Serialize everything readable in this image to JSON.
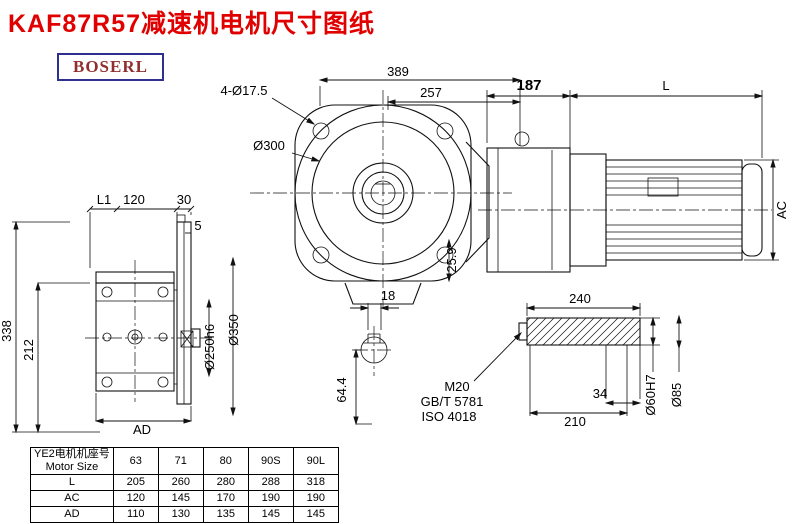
{
  "page": {
    "title": "KAF87R57减速机电机尺寸图纸",
    "logo": "BOSERL"
  },
  "front_view": {
    "dim_overall_width": "389",
    "dim_257": "257",
    "bolt_holes": "4-Ø17.5",
    "dia_300": "Ø300",
    "dim_25_9": "25.9",
    "dim_18": "18",
    "dim_64_4": "64.4"
  },
  "side_view": {
    "dim_187": "187",
    "dim_L": "L",
    "dim_AC": "AC"
  },
  "left_view": {
    "dim_L1": "L1",
    "dim_120": "120",
    "dim_30": "30",
    "dim_5": "5",
    "dim_338": "338",
    "dim_212": "212",
    "dim_AD": "AD",
    "dia_250": "Ø250h6",
    "dia_350": "Ø350"
  },
  "shaft_detail": {
    "dim_240": "240",
    "dim_34": "34",
    "dim_210": "210",
    "thread": "M20",
    "std_gb": "GB/T 5781",
    "std_iso": "ISO 4018",
    "dia_60": "Ø60H7",
    "dia_85": "Ø85"
  },
  "table": {
    "header_cn": "YE2电机机座号",
    "header_en": "Motor Size",
    "columns": [
      "63",
      "71",
      "80",
      "90S",
      "90L"
    ],
    "rows": [
      {
        "label": "L",
        "values": [
          "205",
          "260",
          "280",
          "288",
          "318"
        ]
      },
      {
        "label": "AC",
        "values": [
          "120",
          "145",
          "170",
          "190",
          "190"
        ]
      },
      {
        "label": "AD",
        "values": [
          "110",
          "130",
          "135",
          "145",
          "145"
        ]
      }
    ]
  }
}
